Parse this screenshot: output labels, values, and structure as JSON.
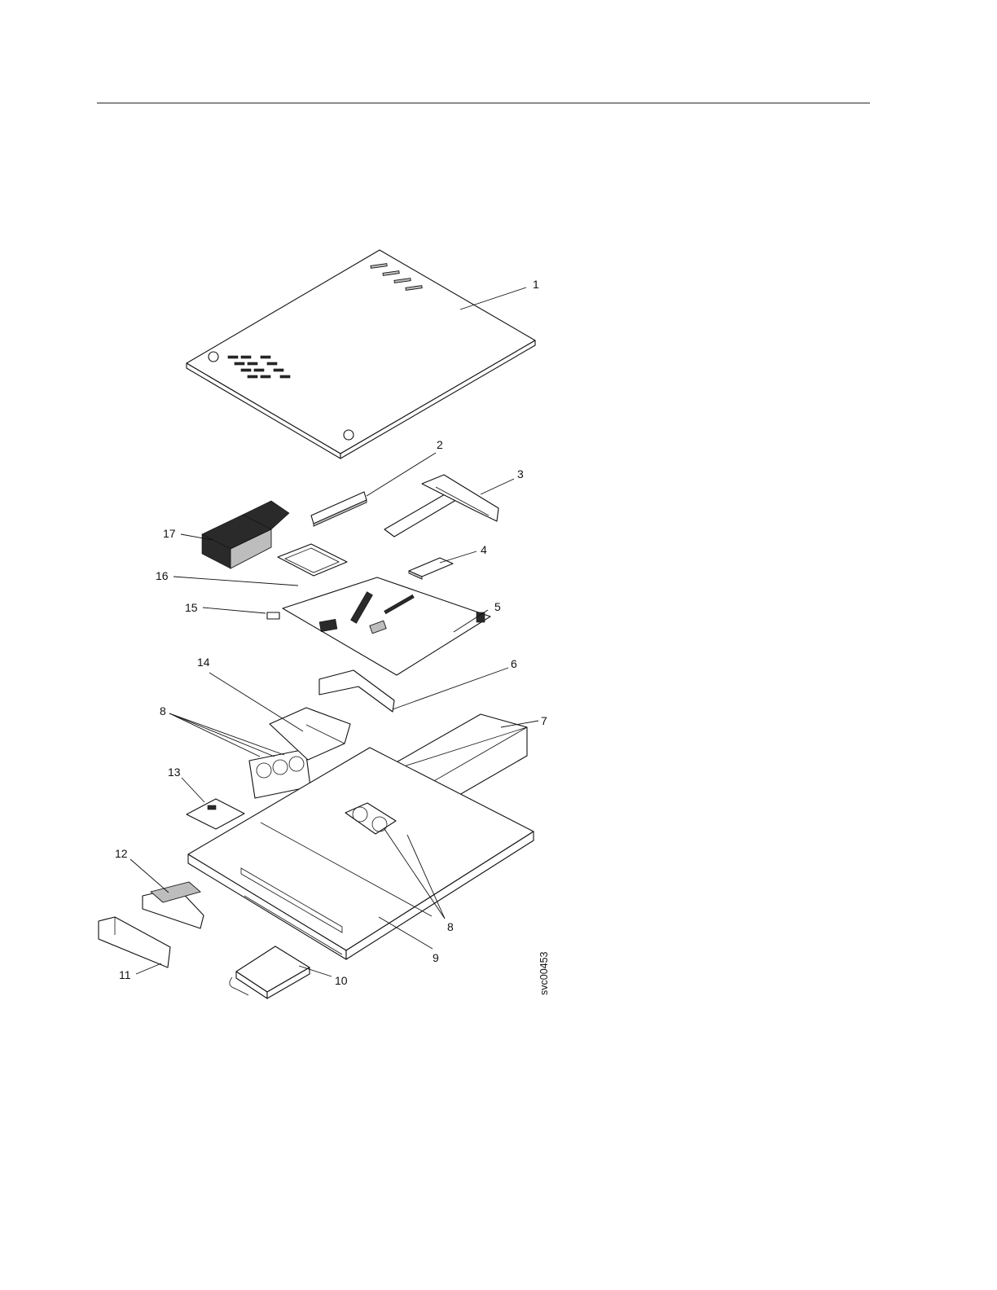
{
  "figure": {
    "id_label": "svc00453",
    "callouts": [
      {
        "key": "cover",
        "label": "1"
      },
      {
        "key": "dimm",
        "label": "2"
      },
      {
        "key": "riser-cage",
        "label": "3"
      },
      {
        "key": "adapter",
        "label": "4"
      },
      {
        "key": "system-board",
        "label": "5"
      },
      {
        "key": "power-paddle",
        "label": "6"
      },
      {
        "key": "power-supply",
        "label": "7"
      },
      {
        "key": "fans-left",
        "label": "8"
      },
      {
        "key": "fans-right",
        "label": "8"
      },
      {
        "key": "chassis",
        "label": "9"
      },
      {
        "key": "hard-drive",
        "label": "10"
      },
      {
        "key": "bezel",
        "label": "11"
      },
      {
        "key": "operator-panel",
        "label": "12"
      },
      {
        "key": "usb-board",
        "label": "13"
      },
      {
        "key": "air-baffle",
        "label": "14"
      },
      {
        "key": "battery",
        "label": "15"
      },
      {
        "key": "microprocessor",
        "label": "16"
      },
      {
        "key": "heat-sink",
        "label": "17"
      }
    ]
  }
}
